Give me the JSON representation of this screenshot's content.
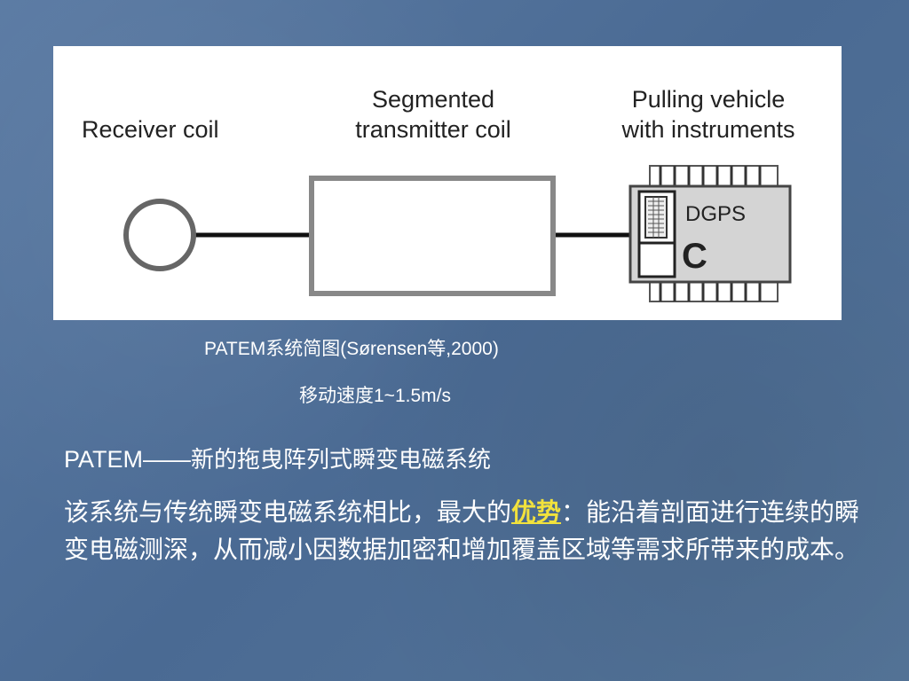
{
  "diagram": {
    "receiver_label": "Receiver coil",
    "transmitter_label_line1": "Segmented",
    "transmitter_label_line2": "transmitter coil",
    "vehicle_label_line1": "Pulling vehicle",
    "vehicle_label_line2": "with instruments",
    "dgps_label": "DGPS",
    "c_label": "C"
  },
  "captions": {
    "system_caption": "PATEM系统简图(Sørensen等,2000)",
    "speed_caption": "移动速度1~1.5m/s"
  },
  "heading": {
    "latin": "PATEM——",
    "cjk": "新的拖曳阵列式瞬变电磁系统"
  },
  "paragraph": {
    "before": "该系统与传统瞬变电磁系统相比，最大的",
    "highlight": "优势",
    "after": "：能沿着剖面进行连续的瞬变电磁测深，从而减小因数据加密和增加覆盖区域等需求所带来的成本。"
  },
  "colors": {
    "highlight": "#f2e23c"
  }
}
